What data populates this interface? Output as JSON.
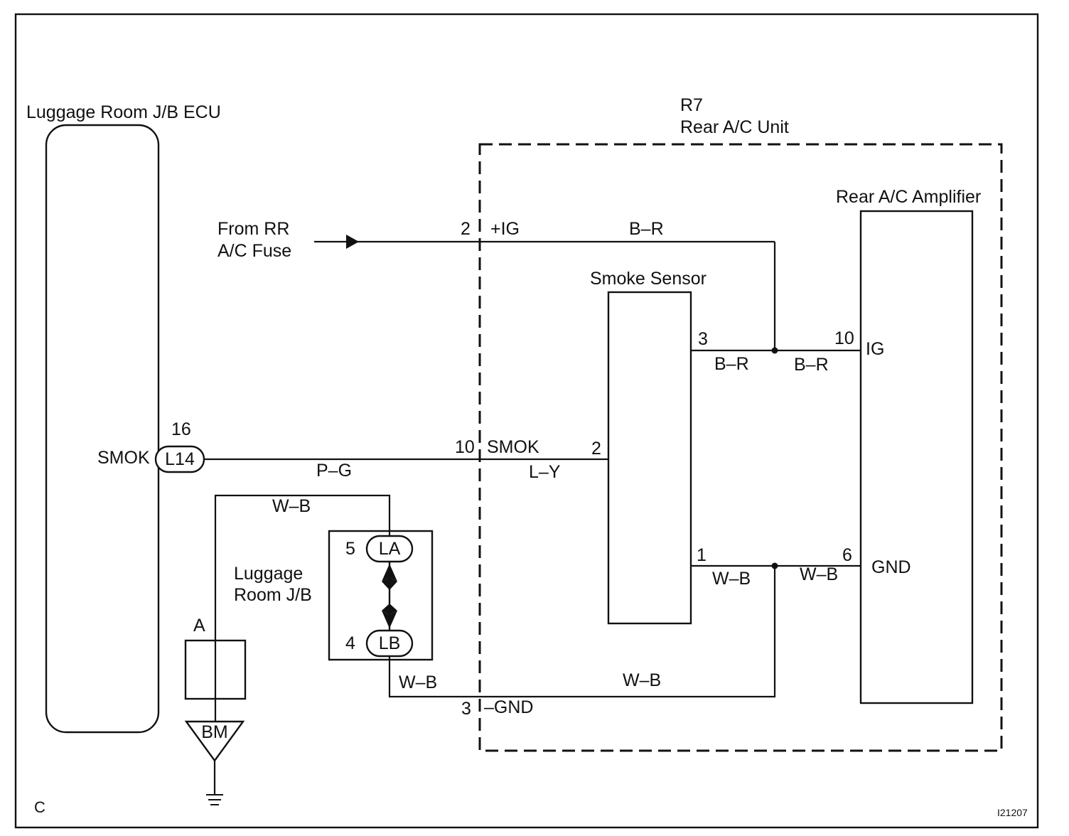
{
  "labels": {
    "ecu_title": "Luggage Room J/B ECU",
    "unit_code": "R7",
    "unit_name": "Rear A/C Unit",
    "amplifier_name": "Rear A/C Amplifier",
    "smoke_sensor_name": "Smoke Sensor",
    "fuse_source_line1": "From RR",
    "fuse_source_line2": "A/C Fuse",
    "jb_name_line1": "Luggage",
    "jb_name_line2": "Room J/B",
    "corner_letter": "C",
    "figure_id": "I21207"
  },
  "ecu": {
    "pin_number": "16",
    "connector": "L14",
    "signal": "SMOK"
  },
  "unit_pins": {
    "ig_pin": "2",
    "ig_name": "+IG",
    "smok_pin": "10",
    "smok_name": "SMOK",
    "gnd_pin": "3",
    "gnd_name": "–GND"
  },
  "sensor_pins": {
    "pin_ig": "3",
    "pin_signal": "2",
    "pin_gnd": "1"
  },
  "amplifier_pins": {
    "ig_pin": "10",
    "ig_name": "IG",
    "gnd_pin": "6",
    "gnd_name": "GND"
  },
  "jb": {
    "la_pin": "5",
    "la_name": "LA",
    "lb_pin": "4",
    "lb_name": "LB"
  },
  "ground": {
    "connector": "A",
    "point": "BM"
  },
  "wire_colors": {
    "ig_feed": "B–R",
    "sensor_ig": "B–R",
    "amp_ig": "B–R",
    "smok_ecu": "P–G",
    "smok_unit": "L–Y",
    "gnd_jb_top": "W–B",
    "gnd_jb_bottom": "W–B",
    "gnd_unit": "W–B",
    "sensor_gnd": "W–B",
    "amp_gnd": "W–B"
  }
}
